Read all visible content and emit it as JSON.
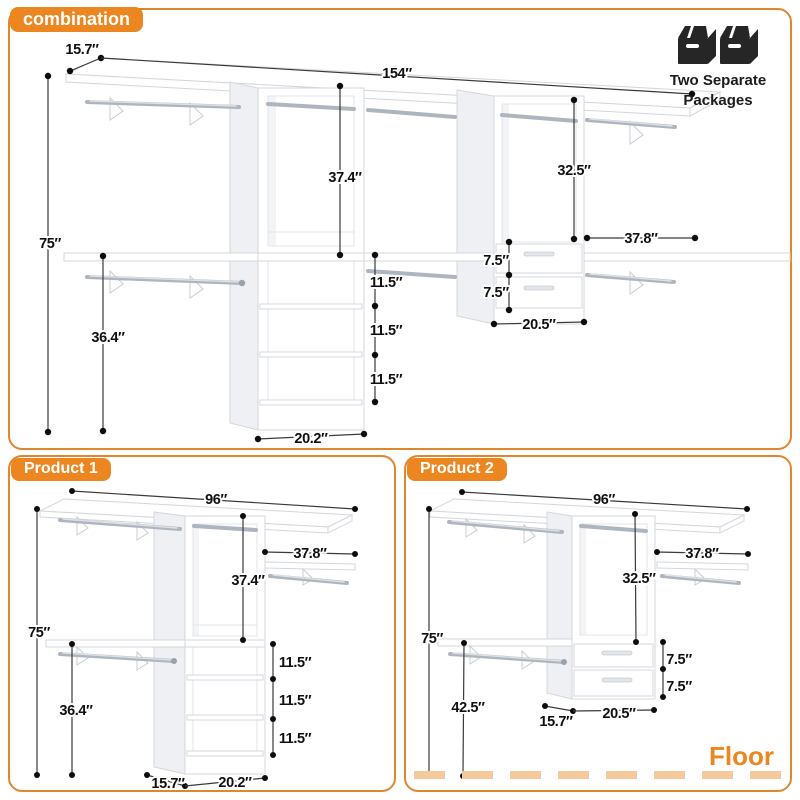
{
  "combination": {
    "label": "combination",
    "badge": {
      "line1": "Two Separate",
      "line2": "Packages"
    },
    "dims": {
      "depth": "15.7″",
      "total_width": "154″",
      "height": "75″",
      "hang_left": "37.4″",
      "hang_right": "32.5″",
      "rod_height": "36.4″",
      "shelf_gaps": [
        "11.5″",
        "11.5″",
        "11.5″"
      ],
      "drawer_gaps": [
        "7.5″",
        "7.5″"
      ],
      "right_shelf_width": "37.8″",
      "drawer_tower_width": "20.5″",
      "shelf_tower_width": "20.2″"
    }
  },
  "product1": {
    "label": "Product 1",
    "dims": {
      "width": "96″",
      "height": "75″",
      "hang": "37.4″",
      "right_shelf_width": "37.8″",
      "rod_height": "36.4″",
      "shelf_gaps": [
        "11.5″",
        "11.5″",
        "11.5″"
      ],
      "depth": "15.7″",
      "tower_width": "20.2″"
    }
  },
  "product2": {
    "label": "Product 2",
    "dims": {
      "width": "96″",
      "height": "75″",
      "hang": "32.5″",
      "right_shelf_width": "37.8″",
      "rod_height": "42.5″",
      "drawer_gaps": [
        "7.5″",
        "7.5″"
      ],
      "depth": "15.7″",
      "tower_width": "20.5″"
    },
    "floor_label": "Floor"
  },
  "colors": {
    "accent": "#EC8620",
    "panel_border": "#E0862C",
    "floor_dash": "#F2CA9E"
  }
}
